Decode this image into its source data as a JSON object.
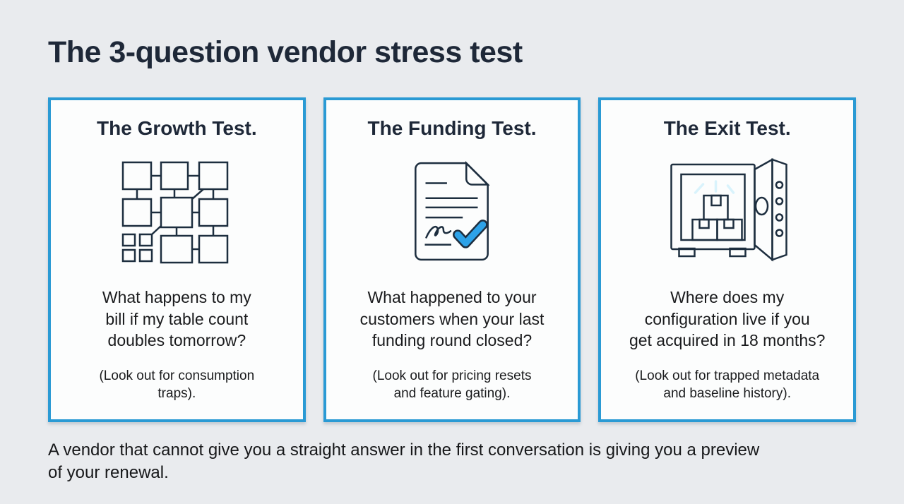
{
  "slide": {
    "title": "The 3-question vendor stress test",
    "footer": "A vendor that cannot give you a straight answer in the first conversation is giving you a preview\nof your renewal."
  },
  "cards": [
    {
      "heading": "The Growth Test.",
      "icon": "network-grid-icon",
      "question": "What happens to my\nbill if my table count\ndoubles tomorrow?",
      "note": "(Look out for consumption\ntraps)."
    },
    {
      "heading": "The Funding Test.",
      "icon": "signed-document-icon",
      "question": "What happened to your\ncustomers when your last\nfunding round closed?",
      "note": "(Look out for pricing resets\nand feature gating)."
    },
    {
      "heading": "The Exit Test.",
      "icon": "open-safe-icon",
      "question": "Where does my\nconfiguration live if you\nget acquired in 18 months?",
      "note": "(Look out for trapped metadata\nand baseline history)."
    }
  ],
  "colors": {
    "page_background": "#e9ebee",
    "card_background": "#fcfdfd",
    "card_border": "#2a9ad4",
    "heading_text": "#1e2838",
    "body_text": "#1a1b1d",
    "illustration_green": "#a0dcbe",
    "illustration_blue": "#2da2e8",
    "illustration_outline": "#1d2e3f",
    "illustration_ray": "#d9f3fc"
  }
}
